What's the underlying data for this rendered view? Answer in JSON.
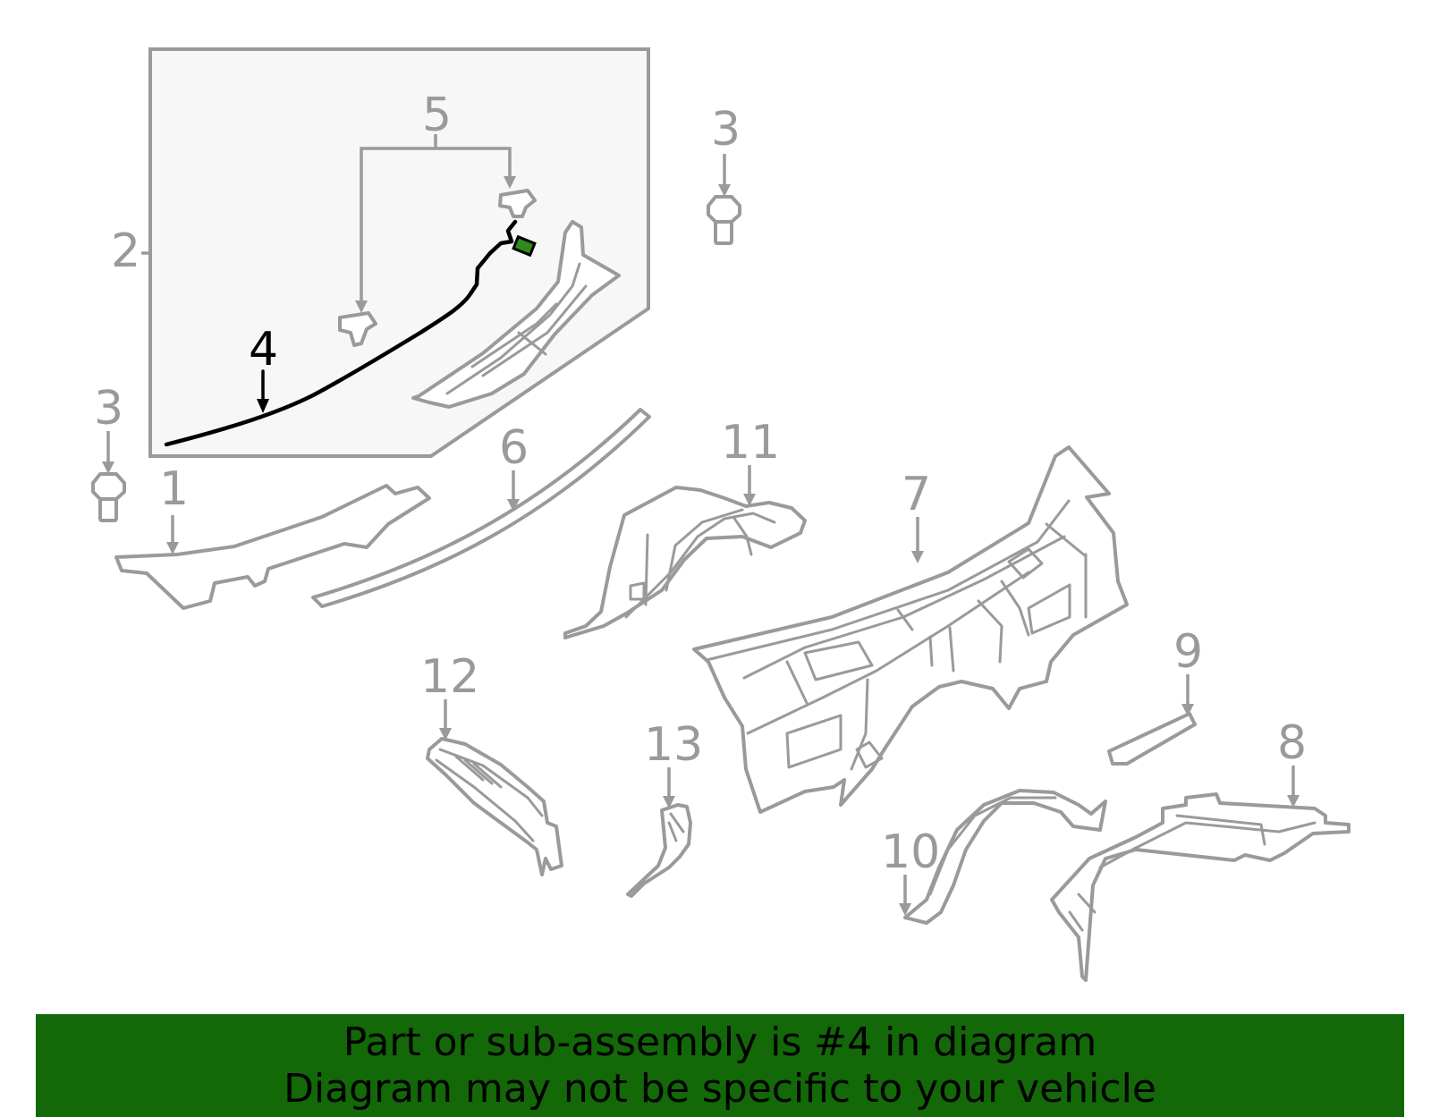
{
  "callouts": {
    "c1": "1",
    "c2": "2",
    "c3a": "3",
    "c3b": "3",
    "c4": "4",
    "c5": "5",
    "c6": "6",
    "c7": "7",
    "c8": "8",
    "c9": "9",
    "c10": "10",
    "c11": "11",
    "c12": "12",
    "c13": "13"
  },
  "highlight": {
    "part_number": "4",
    "line_color": "#000000",
    "connector_color": "#2f8a1e"
  },
  "colors": {
    "parts": "#9a9a9a",
    "inset_background": "#f7f7f7",
    "banner_background": "#136808"
  },
  "banner": {
    "line1": "Part or sub-assembly is #4 in diagram",
    "line2": "Diagram may not be specific to your vehicle"
  }
}
